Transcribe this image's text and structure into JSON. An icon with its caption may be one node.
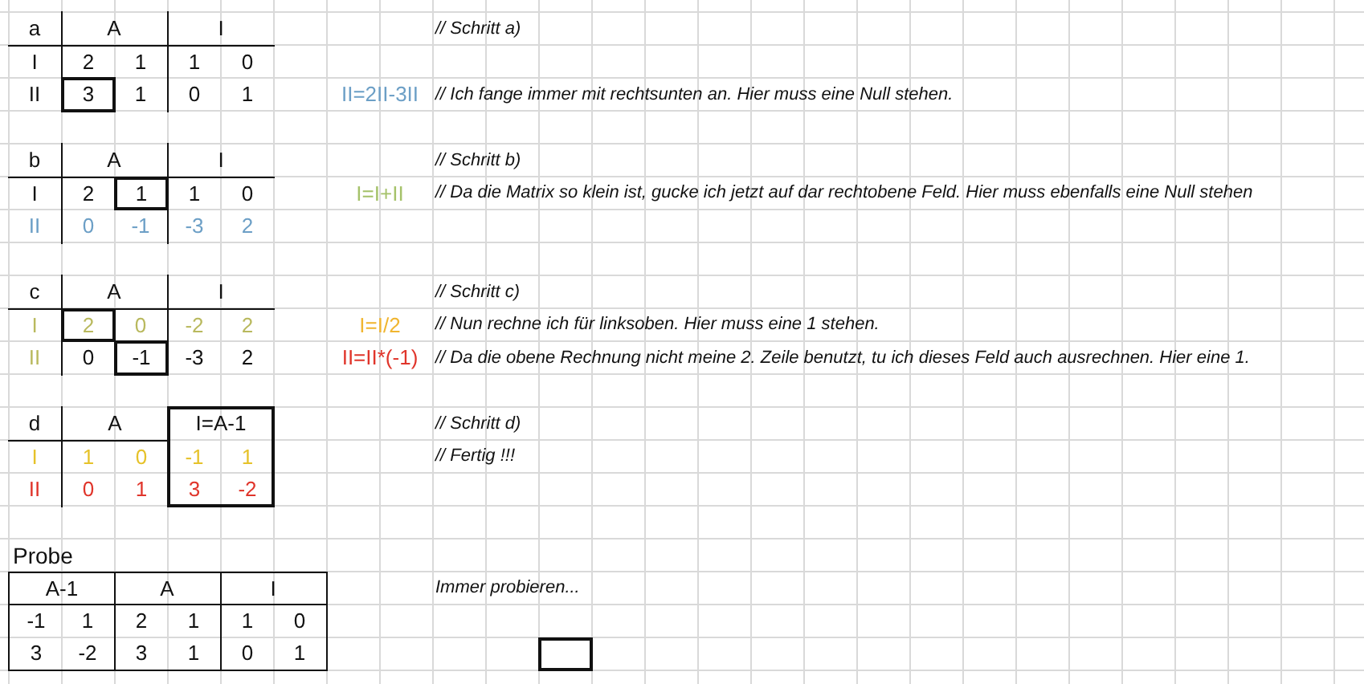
{
  "diagram": {
    "labels": [
      "a",
      "A",
      "I",
      "// Schritt a)",
      "I",
      "2",
      "1",
      "1",
      "0",
      "II",
      "3",
      "1",
      "0",
      "1",
      "II=2II-3II",
      "// Ich fange immer mit rechtsunten an. Hier muss eine Null stehen.",
      "b",
      "A",
      "I",
      "// Schritt b)",
      "I",
      "2",
      "1",
      "1",
      "0",
      "I=I+II",
      "// Da die Matrix so klein ist, gucke ich jetzt auf dar rechtobene Feld. Hier muss ebenfalls eine Null stehen",
      "II",
      "0",
      "-1",
      "-3",
      "2",
      "c",
      "A",
      "I",
      "// Schritt c)",
      "I",
      "2",
      "0",
      "-2",
      "2",
      "I=I/2",
      "// Nun rechne ich für linksoben. Hier muss eine 1 stehen.",
      "II",
      "0",
      "-1",
      "-3",
      "2",
      "II=II*(-1)",
      "// Da die obene Rechnung nicht meine 2. Zeile benutzt, tu ich dieses Feld auch ausrechnen. Hier eine 1.",
      "d",
      "A",
      "I=A-1",
      "// Schritt d)",
      "I",
      "1",
      "0",
      "-1",
      "1",
      "// Fertig !!!",
      "II",
      "0",
      "1",
      "3",
      "-2",
      "Probe",
      "A-1",
      "A",
      "I",
      "Immer probieren...",
      "-1",
      "1",
      "2",
      "1",
      "1",
      "0",
      "3",
      "-2",
      "3",
      "1",
      "0",
      "1"
    ]
  }
}
